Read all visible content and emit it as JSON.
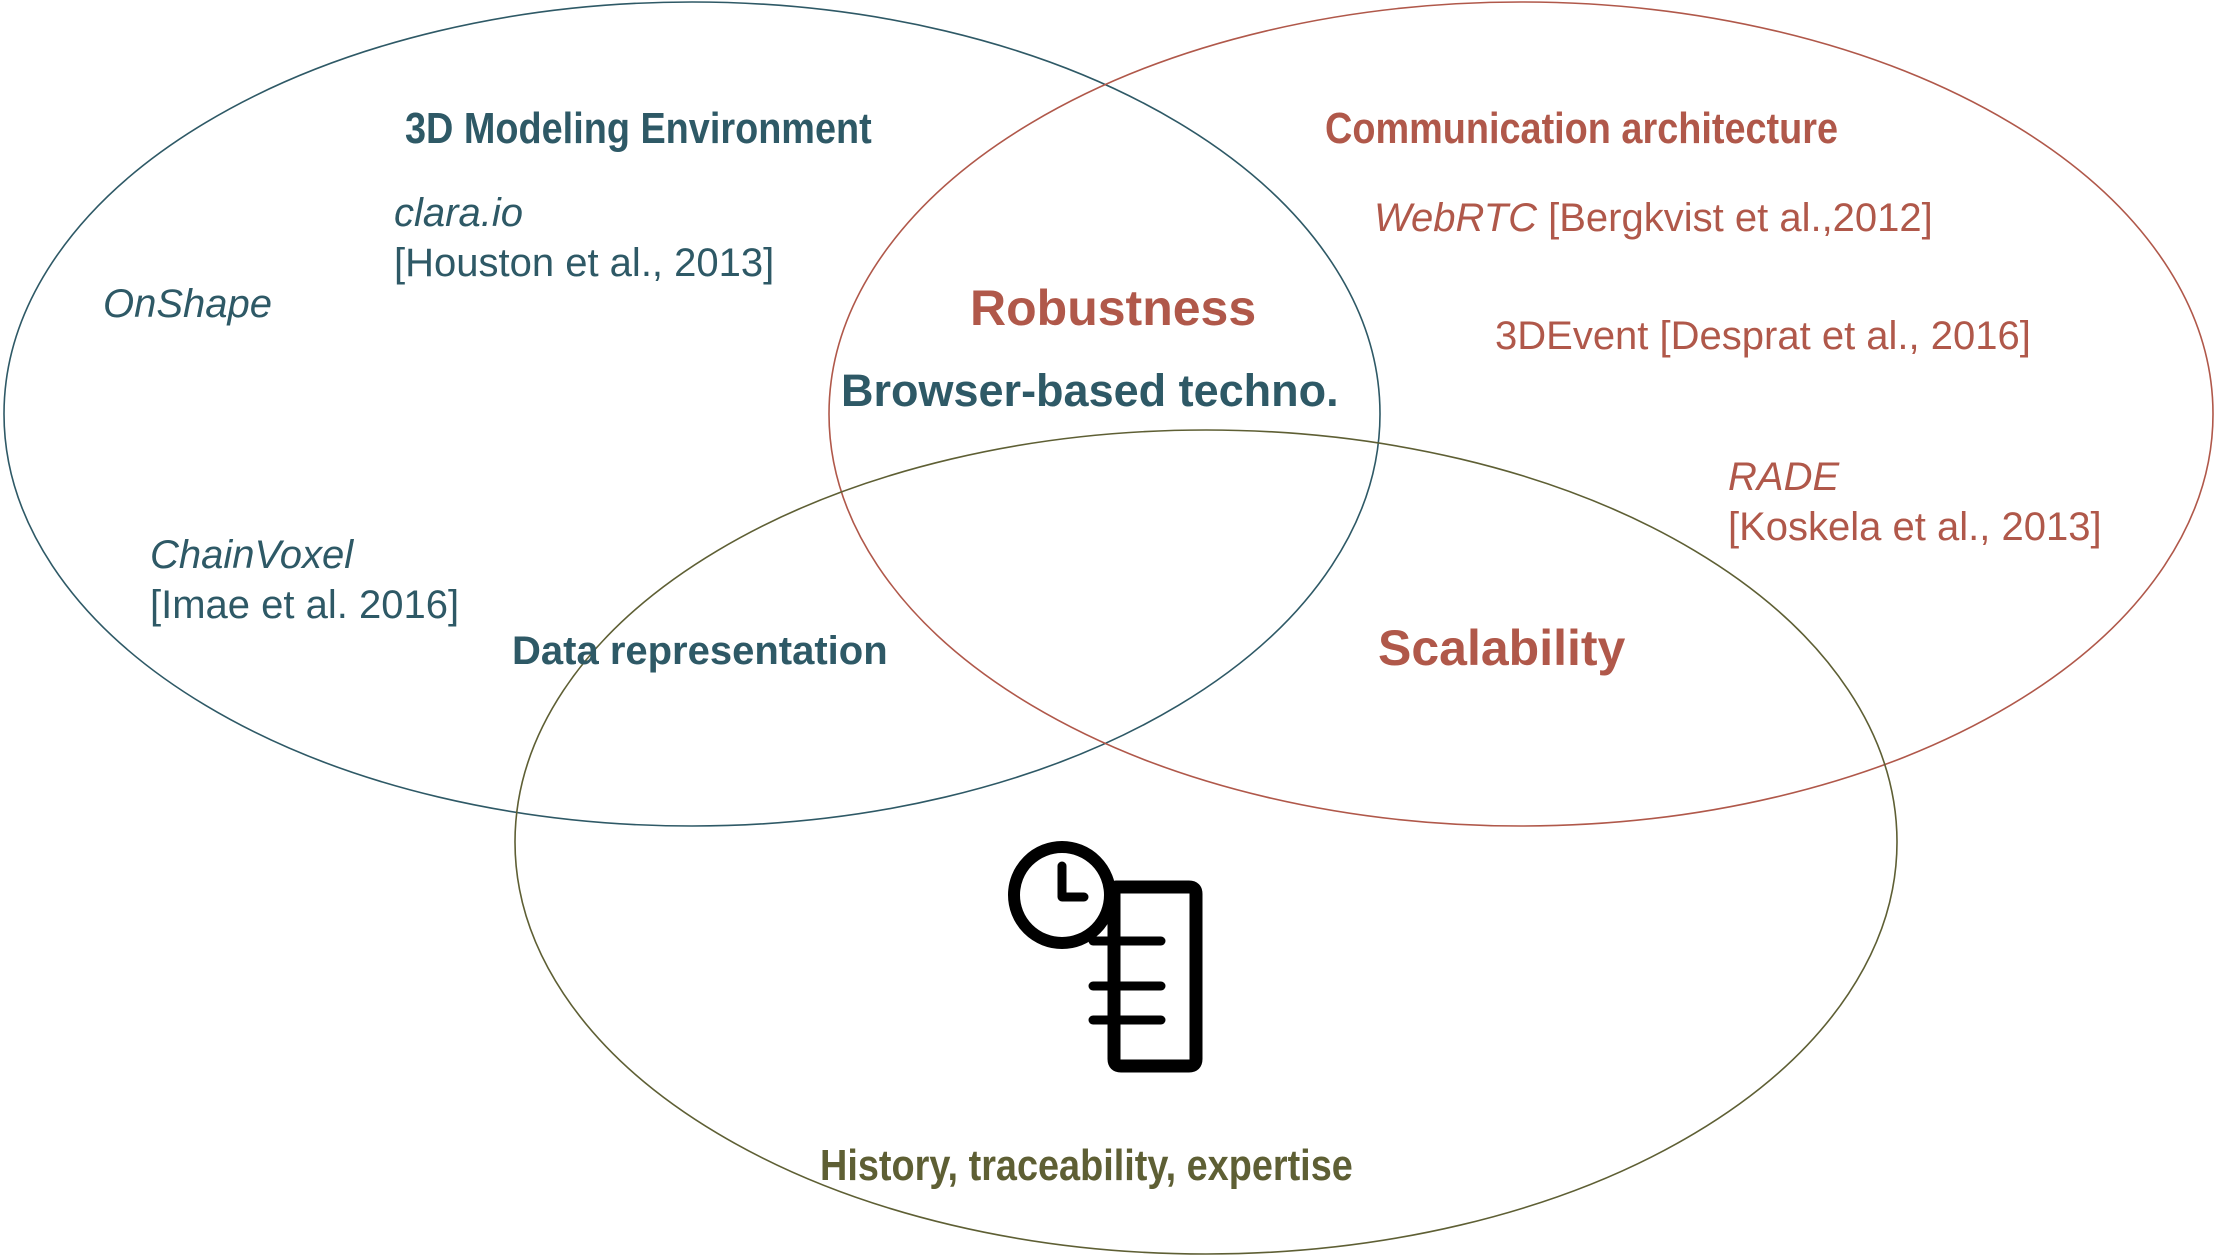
{
  "colors": {
    "modeling": "#2e5966",
    "communication": "#b0584a",
    "history": "#5e5f34",
    "icon": "#000000"
  },
  "sets": {
    "modeling": {
      "title": "3D Modeling Environment",
      "items": {
        "clara_name": "clara.io",
        "clara_ref": "[Houston et al., 2013]",
        "onshape": "OnShape",
        "chainvoxel_name": "ChainVoxel",
        "chainvoxel_ref": "[Imae et al. 2016]"
      }
    },
    "communication": {
      "title": "Communication architecture",
      "items": {
        "webrtc_name": "WebRTC",
        "webrtc_ref": " [Bergkvist et al.,2012]",
        "threedevent": "3DEvent [Desprat et al., 2016]",
        "rade_name": "RADE",
        "rade_ref": "[Koskela et al., 2013]"
      }
    },
    "history": {
      "title": "History, traceability, expertise",
      "icon": "history-document-icon"
    }
  },
  "intersections": {
    "robustness": "Robustness",
    "browser_based": "Browser-based techno.",
    "data_representation": "Data representation",
    "scalability": "Scalability"
  }
}
